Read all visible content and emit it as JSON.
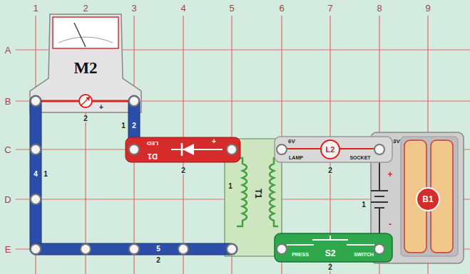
{
  "diagram": {
    "nodes": [
      {
        "text": [
          "M2",
          "2",
          "+"
        ]
      },
      {
        "text": [
          "2",
          "1"
        ]
      },
      {
        "text": [
          "D1",
          "LED",
          "+",
          "2"
        ]
      },
      {
        "text": [
          "6V",
          "L2",
          "LAMP",
          "SOCKET",
          "2"
        ]
      },
      {
        "text": [
          "3V",
          "+",
          "-",
          "B1",
          "1"
        ]
      },
      {
        "text": [
          "4",
          "1"
        ]
      },
      {
        "text": [
          "T1",
          "1"
        ]
      },
      {
        "text": [
          "PRESS",
          "S2",
          "SWITCH",
          "2"
        ]
      },
      {
        "text": [
          "5",
          "2"
        ]
      }
    ],
    "labels": [
      "1",
      "2",
      "3",
      "4",
      "5",
      "6",
      "7",
      "8",
      "9",
      "A",
      "B",
      "C",
      "D",
      "E"
    ]
  }
}
